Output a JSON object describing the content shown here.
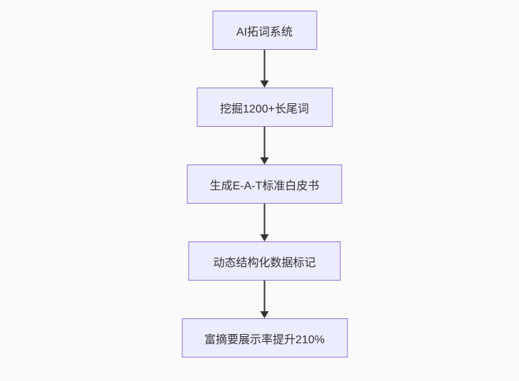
{
  "page": {
    "background_color": "#fafafa"
  },
  "chart_data": {
    "type": "flowchart",
    "direction": "top-down",
    "node_fill_color": "#ECECFF",
    "node_border_color": "#9370DB",
    "node_text_color": "#333333",
    "arrow_color": "#333333",
    "nodes": [
      {
        "id": "n1",
        "label": "AI拓词系统"
      },
      {
        "id": "n2",
        "label": "挖掘1200+长尾词"
      },
      {
        "id": "n3",
        "label": "生成E-A-T标准白皮书"
      },
      {
        "id": "n4",
        "label": "动态结构化数据标记"
      },
      {
        "id": "n5",
        "label": "富摘要展示率提升210%"
      }
    ],
    "edges": [
      {
        "from": "n1",
        "to": "n2"
      },
      {
        "from": "n2",
        "to": "n3"
      },
      {
        "from": "n3",
        "to": "n4"
      },
      {
        "from": "n4",
        "to": "n5"
      }
    ]
  }
}
